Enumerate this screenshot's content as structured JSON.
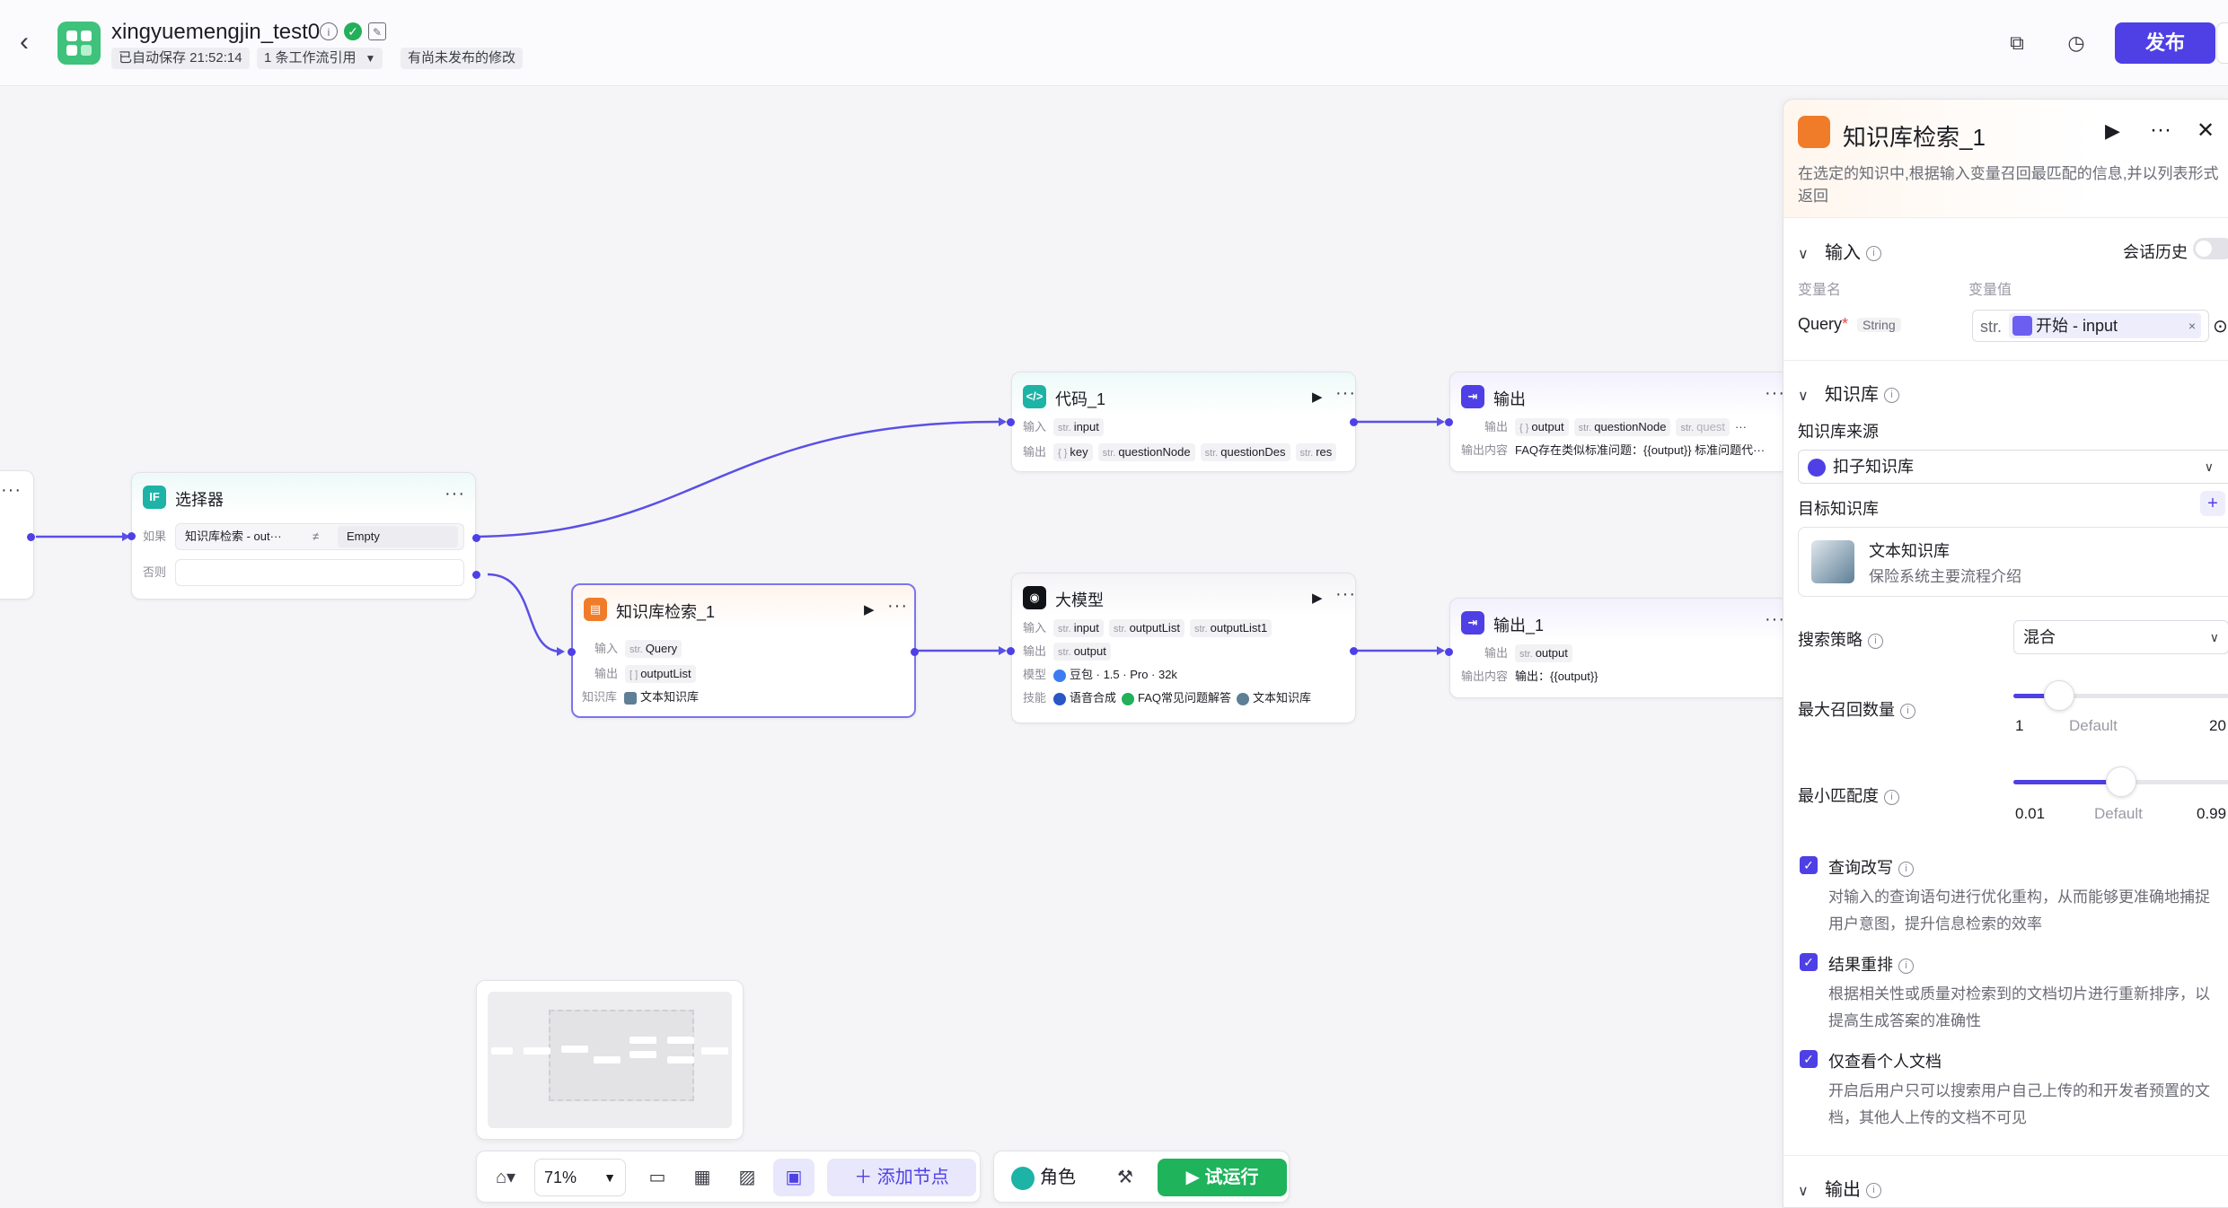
{
  "header": {
    "app_title": "xingyuemengjin_test0",
    "autosave": "已自动保存 21:52:14",
    "workflow_ref": "1 条工作流引用",
    "unpublished": "有尚未发布的修改",
    "publish_label": "发布"
  },
  "nodes": {
    "start_partial": {
      "more": "···"
    },
    "selector": {
      "title": "选择器",
      "if_label": "如果",
      "else_label": "否则",
      "cond_left": "知识库检索 - out···",
      "cond_op": "≠",
      "cond_right": "Empty"
    },
    "kb": {
      "title": "知识库检索_1",
      "in_label": "输入",
      "in_var": "Query",
      "out_label": "输出",
      "out_var": "outputList",
      "kb_label": "知识库",
      "kb_name": "文本知识库"
    },
    "code": {
      "title": "代码_1",
      "in_label": "输入",
      "in_var": "input",
      "out_label": "输出",
      "outs": [
        "key",
        "questionNode",
        "questionDes",
        "res"
      ]
    },
    "llm": {
      "title": "大模型",
      "in_label": "输入",
      "ins": [
        "input",
        "outputList",
        "outputList1"
      ],
      "out_label": "输出",
      "out_var": "output",
      "model_label": "模型",
      "model": "豆包 · 1.5 · Pro · 32k",
      "skill_label": "技能",
      "skills": [
        "语音合成",
        "FAQ常见问题解答",
        "文本知识库"
      ]
    },
    "output": {
      "title": "输出",
      "out_label": "输出",
      "outs": [
        "output",
        "questionNode",
        "quest"
      ],
      "content_label": "输出内容",
      "content": "FAQ存在类似标准问题：{{output}} 标准问题代···"
    },
    "output1": {
      "title": "输出_1",
      "out_label": "输出",
      "out_var": "output",
      "content_label": "输出内容",
      "content": "输出：{{output}}"
    }
  },
  "toolbar": {
    "zoom": "71%",
    "add_node": "添加节点",
    "role": "角色",
    "trial_run": "试运行"
  },
  "panel": {
    "title": "知识库检索_1",
    "desc": "在选定的知识中,根据输入变量召回最匹配的信息,并以列表形式返回",
    "input_section": "输入",
    "chat_history": "会话历史",
    "col_var_name": "变量名",
    "col_var_value": "变量值",
    "query_name": "Query",
    "query_required": "*",
    "query_type": "String",
    "value_prefix": "str.",
    "value_ref": "开始 - input",
    "kb_section": "知识库",
    "kb_source_label": "知识库来源",
    "kb_source_value": "扣子知识库",
    "target_kb_label": "目标知识库",
    "kb_card_title": "文本知识库",
    "kb_card_sub": "保险系统主要流程介绍",
    "strategy_label": "搜索策略",
    "strategy_value": "混合",
    "max_recall_label": "最大召回数量",
    "max_recall_min": "1",
    "max_recall_default": "Default",
    "max_recall_max": "20",
    "max_recall_value": 5,
    "min_match_label": "最小匹配度",
    "min_match_min": "0.01",
    "min_match_default": "Default",
    "min_match_max": "0.99",
    "min_match_value": 0.5,
    "opt_rewrite": "查询改写",
    "opt_rewrite_desc": "对输入的查询语句进行优化重构，从而能够更准确地捕捉用户意图，提升信息检索的效率",
    "opt_rerank": "结果重排",
    "opt_rerank_desc": "根据相关性或质量对检索到的文档切片进行重新排序，以提高生成答案的准确性",
    "opt_personal": "仅查看个人文档",
    "opt_personal_desc": "开启后用户只可以搜索用户自己上传的和开发者预置的文档，其他人上传的文档不可见",
    "output_section": "输出"
  },
  "colors": {
    "accent": "#4e40e5",
    "run_green": "#1fb35c",
    "kb_orange": "#f07c2a",
    "selector_teal": "#1db3a6"
  }
}
